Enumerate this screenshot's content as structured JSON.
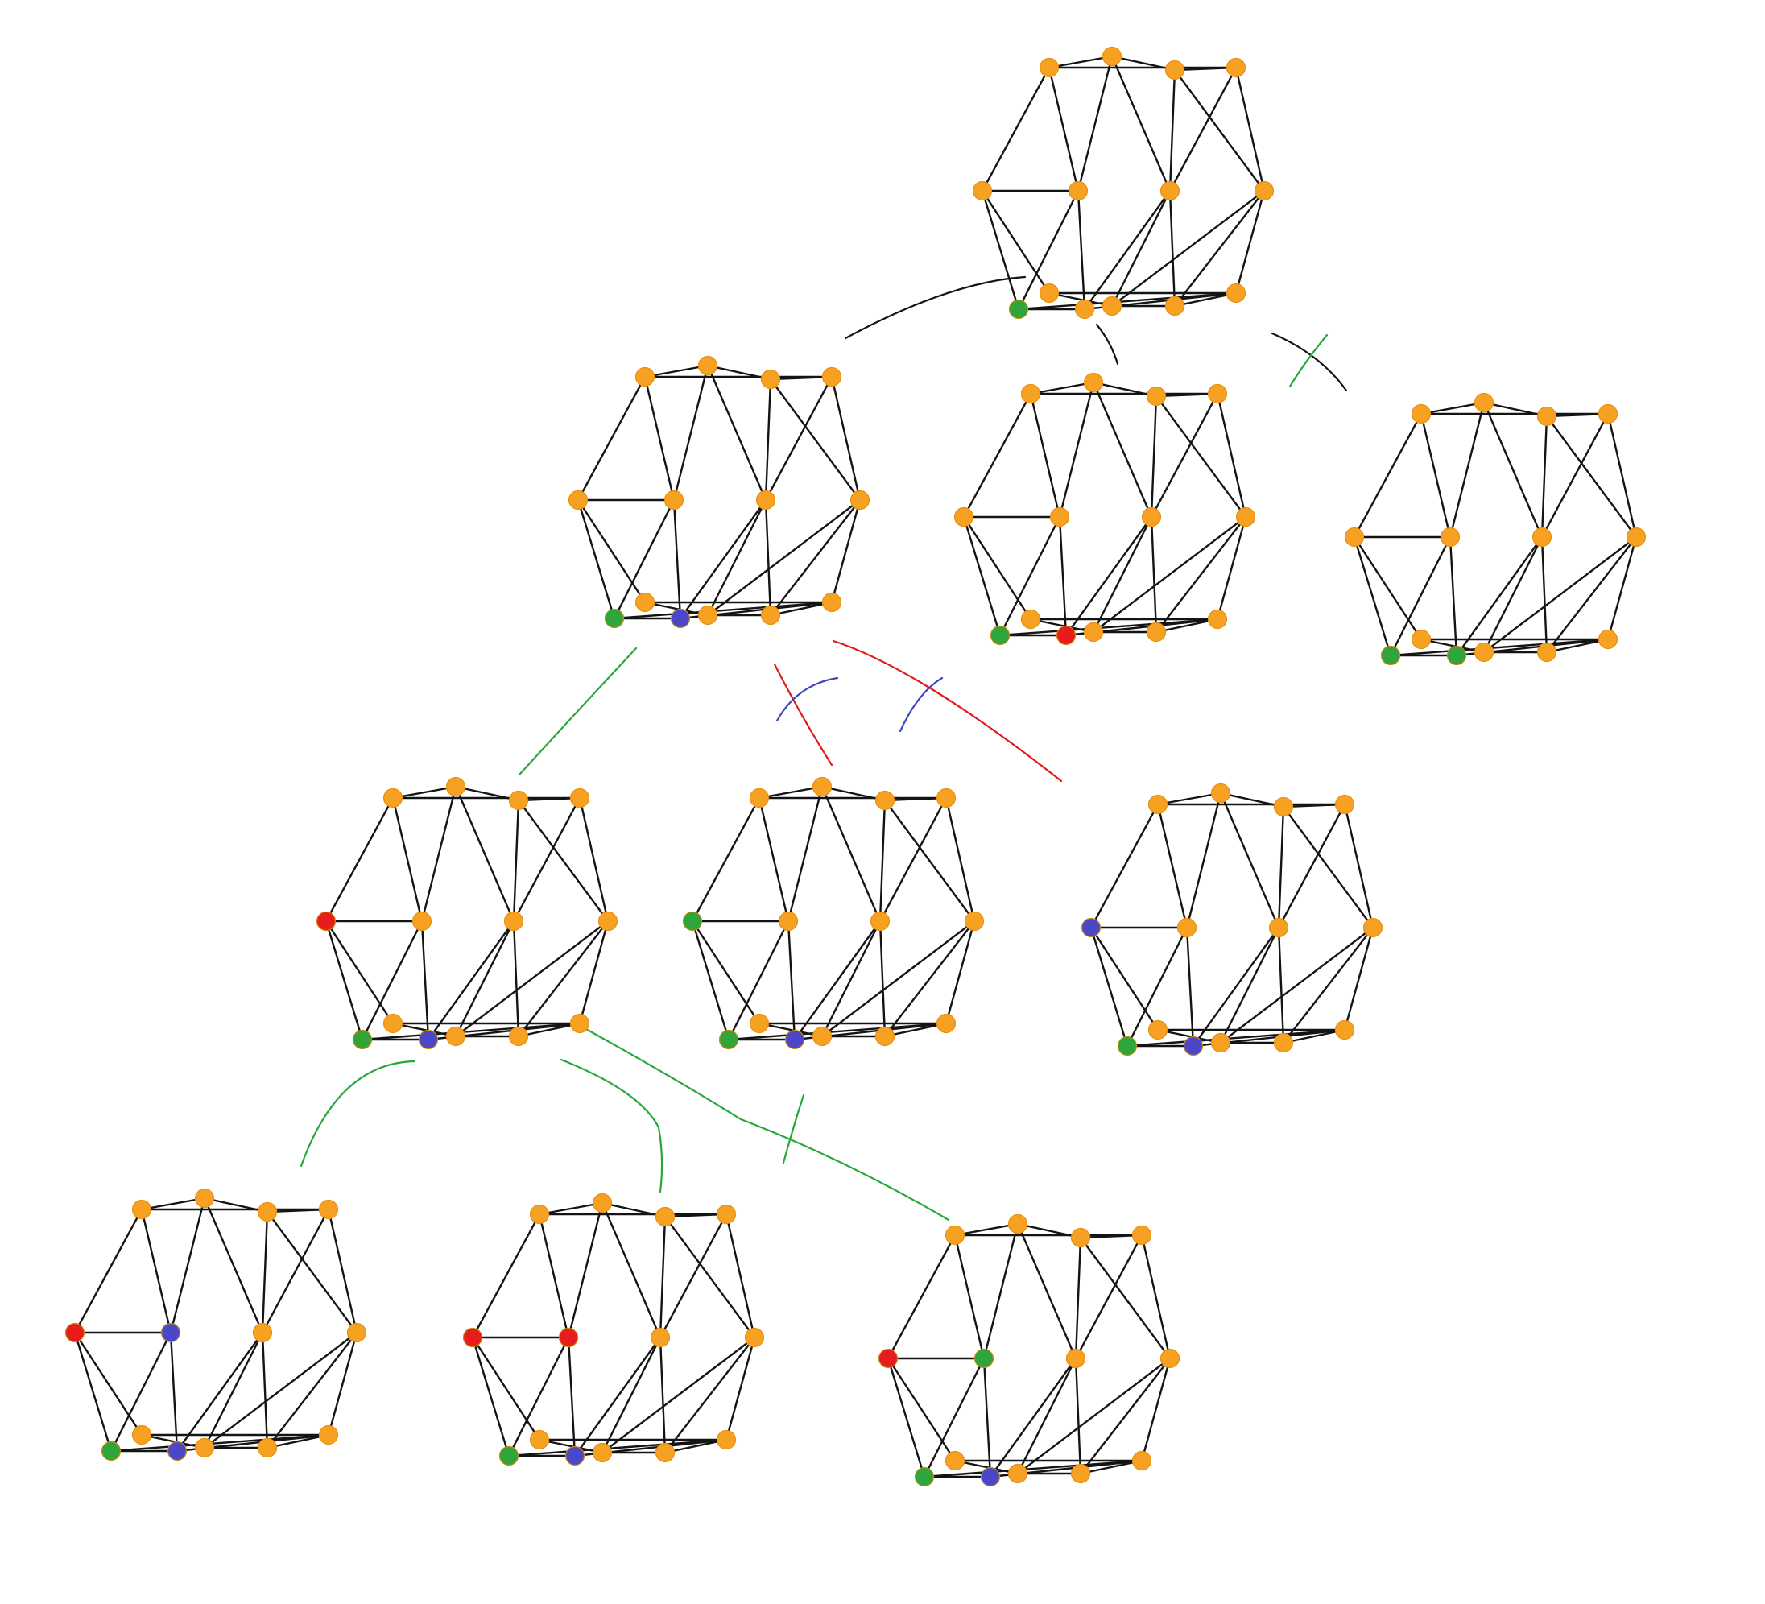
{
  "colors": {
    "orange": "#f7a123",
    "green": "#2ea63c",
    "blue": "#4a48c8",
    "red": "#e81c1c",
    "edge": "#141414",
    "branch_black": "#141414",
    "branch_green": "#28a83a",
    "branch_red": "#e01a1a",
    "branch_blue": "#3c46c6"
  },
  "tree": {
    "levels": 4,
    "nodes": [
      {
        "id": "g0",
        "level": 0,
        "parent": null,
        "colored": {
          "12": "green"
        }
      },
      {
        "id": "g1a",
        "level": 1,
        "parent": "g0",
        "colored": {
          "12": "green",
          "13": "blue"
        }
      },
      {
        "id": "g1b",
        "level": 1,
        "parent": "g0",
        "colored": {
          "12": "green",
          "13": "red"
        }
      },
      {
        "id": "g1c",
        "level": 1,
        "parent": "g0",
        "colored": {
          "12": "green",
          "13": "green"
        },
        "branch": "rejected"
      },
      {
        "id": "g2a",
        "level": 2,
        "parent": "g1a",
        "colored": {
          "12": "green",
          "13": "blue",
          "4": "red"
        }
      },
      {
        "id": "g2b",
        "level": 2,
        "parent": "g1a",
        "colored": {
          "12": "green",
          "13": "blue",
          "4": "green"
        },
        "branch": "rejected"
      },
      {
        "id": "g2c",
        "level": 2,
        "parent": "g1a",
        "colored": {
          "12": "green",
          "13": "blue",
          "4": "blue"
        },
        "branch": "rejected"
      },
      {
        "id": "g3a",
        "level": 3,
        "parent": "g2a",
        "colored": {
          "12": "green",
          "13": "blue",
          "4": "red",
          "5": "blue"
        }
      },
      {
        "id": "g3b",
        "level": 3,
        "parent": "g2a",
        "colored": {
          "12": "green",
          "13": "blue",
          "4": "red",
          "5": "red"
        }
      },
      {
        "id": "g3c",
        "level": 3,
        "parent": "g2a",
        "colored": {
          "12": "green",
          "13": "blue",
          "4": "red",
          "5": "green"
        },
        "branch": "rejected"
      }
    ]
  }
}
